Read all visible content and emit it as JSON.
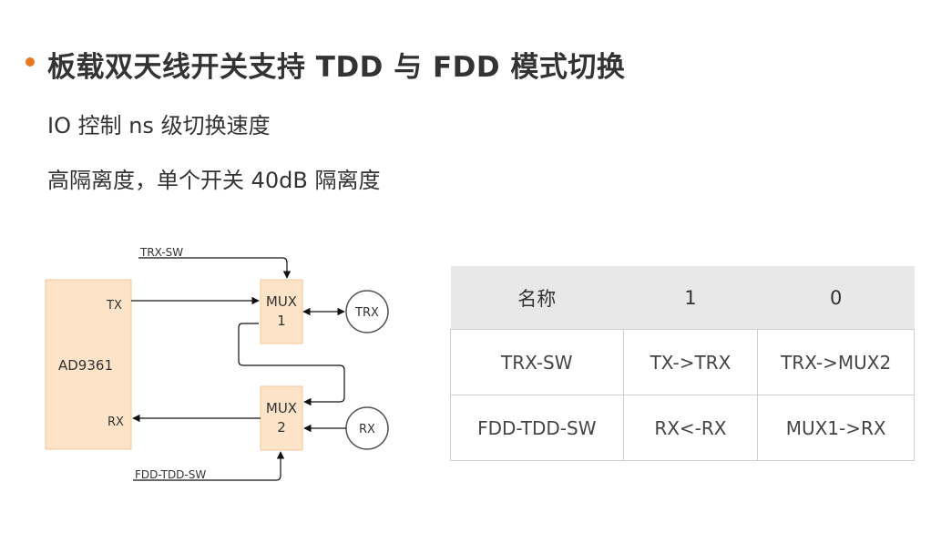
{
  "slide": {
    "headline": "板载双天线开关支持 TDD 与 FDD 模式切换",
    "sub1": "IO 控制 ns 级切换速度",
    "sub2": "高隔离度，单个开关 40dB 隔离度",
    "accent": "#E87722"
  },
  "diagram": {
    "chip": "AD9361",
    "tx": "TX",
    "rx": "RX",
    "mux1_line1": "MUX",
    "mux1_line2": "1",
    "mux2_line1": "MUX",
    "mux2_line2": "2",
    "ant1": "TRX",
    "ant2": "RX",
    "ctrl1": "TRX-SW",
    "ctrl2": "FDD-TDD-SW",
    "block_fill": "#FDE3C8",
    "block_stroke": "#F6C79A"
  },
  "table": {
    "headers": [
      "名称",
      "1",
      "0"
    ],
    "rows": [
      [
        "TRX-SW",
        "TX->TRX",
        "TRX->MUX2"
      ],
      [
        "FDD-TDD-SW",
        "RX<-RX",
        "MUX1->RX"
      ]
    ]
  }
}
